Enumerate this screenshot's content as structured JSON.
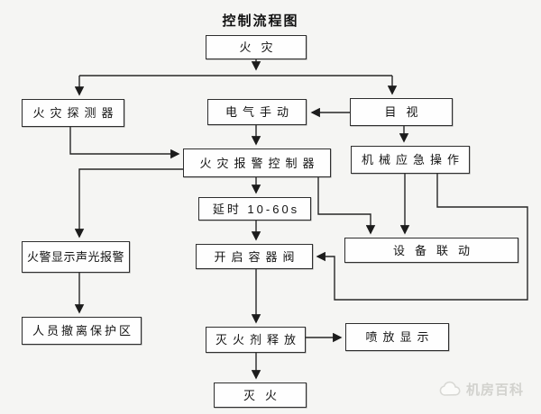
{
  "title": "控制流程图",
  "watermark": {
    "text": "机房百科",
    "icon": "cloud-logo-icon"
  },
  "colors": {
    "background": "#f5f5f3",
    "box_fill": "#fefefe",
    "box_border": "#2e2e2e",
    "line": "#262626",
    "text": "#141414",
    "watermark_text": "#d2d2ce"
  },
  "nodes": {
    "fire": {
      "label": "火灾"
    },
    "detector": {
      "label": "火灾探测器"
    },
    "manual": {
      "label": "电气手动"
    },
    "visual": {
      "label": "目视"
    },
    "controller": {
      "label": "火灾报警控制器"
    },
    "mechanical": {
      "label": "机械应急操作"
    },
    "delay": {
      "label": "延时 10-60s"
    },
    "alarm_display": {
      "label": "火警显示声光报警"
    },
    "valve": {
      "label": "开启容器阀"
    },
    "linkage": {
      "label": "设备联动"
    },
    "evacuate": {
      "label": "人员撤离保护区"
    },
    "release": {
      "label": "灭火剂释放"
    },
    "spray": {
      "label": "喷放显示"
    },
    "extinguish": {
      "label": "灭火"
    }
  },
  "edges": [
    {
      "from": "火灾",
      "to": "火灾探测器"
    },
    {
      "from": "火灾",
      "to": "目视"
    },
    {
      "from": "目视",
      "to": "电气手动"
    },
    {
      "from": "目视",
      "to": "机械应急操作"
    },
    {
      "from": "电气手动",
      "to": "火灾报警控制器"
    },
    {
      "from": "火灾探测器",
      "to": "火灾报警控制器"
    },
    {
      "from": "火灾报警控制器",
      "to": "延时 10-60s"
    },
    {
      "from": "火灾报警控制器",
      "to": "火警显示声光报警"
    },
    {
      "from": "火灾报警控制器",
      "to": "设备联动"
    },
    {
      "from": "机械应急操作",
      "to": "设备联动"
    },
    {
      "from": "机械应急操作",
      "to": "开启容器阀"
    },
    {
      "from": "延时 10-60s",
      "to": "开启容器阀"
    },
    {
      "from": "火警显示声光报警",
      "to": "人员撤离保护区"
    },
    {
      "from": "开启容器阀",
      "to": "灭火剂释放"
    },
    {
      "from": "灭火剂释放",
      "to": "喷放显示"
    },
    {
      "from": "灭火剂释放",
      "to": "灭火"
    }
  ]
}
